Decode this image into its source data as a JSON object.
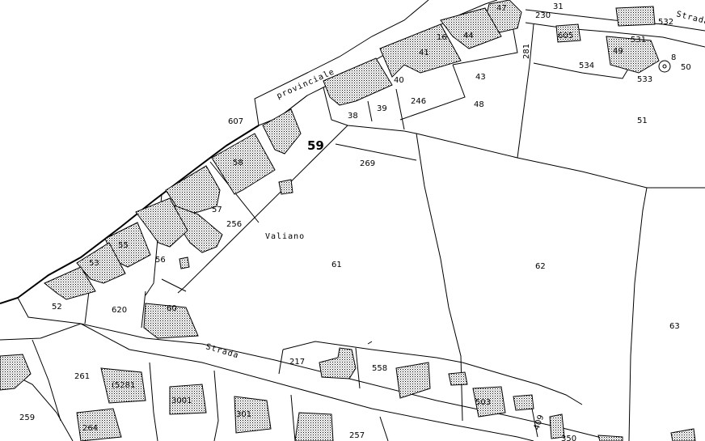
{
  "map": {
    "roads": {
      "provinciale": "provinciale",
      "strada_main": "Strada",
      "strada_ne": "Strada"
    },
    "place": "Valiano",
    "sheet_number": "59",
    "parcels": {
      "p47": "47",
      "p230": "230",
      "p31": "31",
      "p532": "532",
      "p44": "44",
      "p16": "16",
      "p41": "41",
      "p40": "40",
      "p43": "43",
      "p48": "48",
      "p246": "246",
      "p38": "38",
      "p39": "39",
      "p605": "605",
      "p531": "531",
      "p49": "49",
      "p534": "534",
      "p533": "533",
      "p50": "50",
      "p8": "8",
      "p51": "51",
      "p281": "281",
      "p607": "607",
      "p269": "269",
      "p58": "58",
      "p57": "57",
      "p256": "256",
      "p55": "55",
      "p53": "53",
      "p56": "56",
      "p61": "61",
      "p62": "62",
      "p52": "52",
      "p620": "620",
      "p60": "60",
      "p63": "63",
      "p217": "217",
      "p558": "558",
      "p261": "261",
      "p5281": "(5281",
      "p3001": "3001",
      "p301": "301",
      "p259": "259",
      "p264": "264",
      "p257": "257",
      "p503": "503",
      "p409": "409",
      "p350": "350"
    }
  }
}
